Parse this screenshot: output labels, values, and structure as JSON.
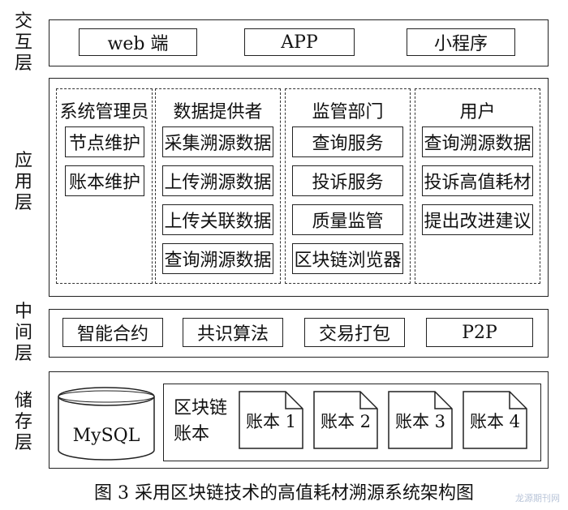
{
  "layers": {
    "interaction": {
      "label": "交互层",
      "items": [
        "web 端",
        "APP",
        "小程序"
      ]
    },
    "application": {
      "label": "应用层",
      "columns": [
        {
          "title": "系统管理员",
          "items": [
            "节点维护",
            "账本维护"
          ]
        },
        {
          "title": "数据提供者",
          "items": [
            "采集溯源数据",
            "上传溯源数据",
            "上传关联数据",
            "查询溯源数据"
          ]
        },
        {
          "title": "监管部门",
          "items": [
            "查询服务",
            "投诉服务",
            "质量监管",
            "区块链浏览器"
          ]
        },
        {
          "title": "用户",
          "items": [
            "查询溯源数据",
            "投诉高值耗材",
            "提出改进建议"
          ]
        }
      ]
    },
    "middle": {
      "label": "中间层",
      "items": [
        "智能合约",
        "共识算法",
        "交易打包",
        "P2P"
      ]
    },
    "storage": {
      "label": "储存层",
      "database": "MySQL",
      "ledger_label": "区块链账本",
      "ledgers": [
        "账本 1",
        "账本 2",
        "账本 3",
        "账本 4"
      ]
    }
  },
  "caption": "图 3   采用区块链技术的高值耗材溯源系统架构图",
  "watermark": "龙源期刊网"
}
